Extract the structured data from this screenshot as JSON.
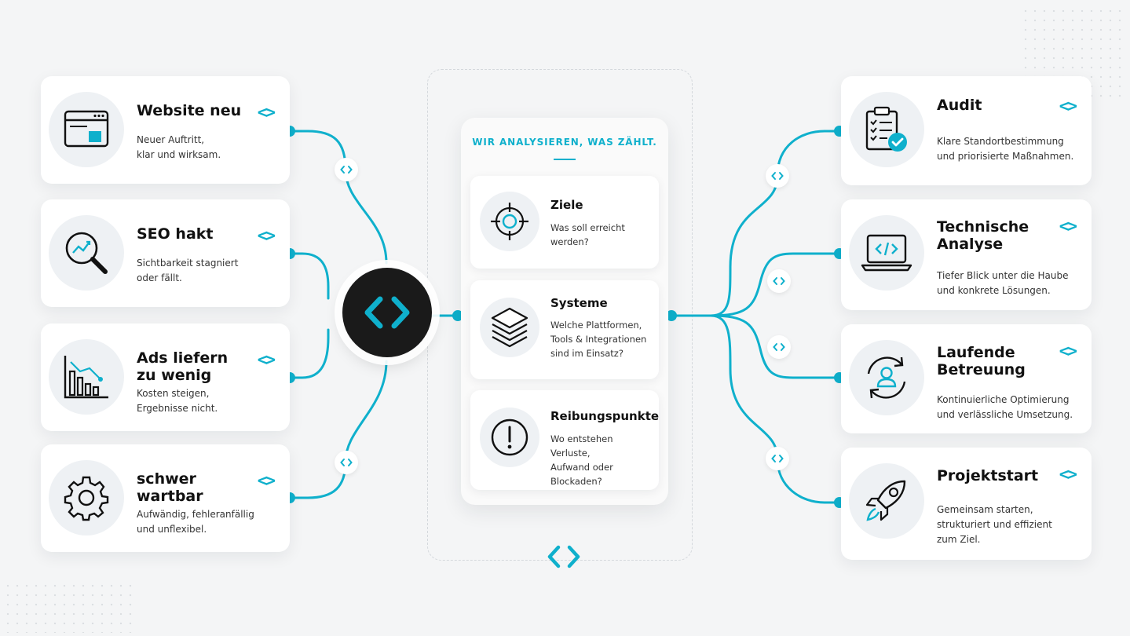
{
  "accent_color": "#0fb0cc",
  "left_cards": [
    {
      "title": "Website neu",
      "subtitle": "Neuer Auftritt,\nklar und wirksam.",
      "icon": "browser-window-icon",
      "code": "<>"
    },
    {
      "title": "SEO hakt",
      "subtitle": "Sichtbarkeit stagniert\noder fällt.",
      "icon": "magnifier-chart-icon",
      "code": "<>"
    },
    {
      "title": "Ads liefern\nzu wenig",
      "subtitle": "Kosten steigen,\nErgebnisse nicht.",
      "icon": "declining-bar-chart-icon",
      "code": "<>"
    },
    {
      "title": "schwer\nwartbar",
      "subtitle": "Aufwändig, fehleranfällig\nund unflexibel.",
      "icon": "gear-icon",
      "code": "<>"
    }
  ],
  "center_panel": {
    "title": "WIR ANALYSIEREN, WAS ZÄHLT.",
    "items": [
      {
        "title": "Ziele",
        "subtitle": "Was soll erreicht\nwerden?",
        "icon": "target-crosshair-icon"
      },
      {
        "title": "Systeme",
        "subtitle": "Welche Plattformen,\nTools & Integrationen\nsind im Einsatz?",
        "icon": "layers-stack-icon"
      },
      {
        "title": "Reibungspunkte",
        "subtitle": "Wo entstehen Verluste,\nAufwand oder\nBlockaden?",
        "icon": "exclamation-circle-icon"
      }
    ]
  },
  "right_cards": [
    {
      "title": "Audit",
      "subtitle": "Klare Standortbestimmung\nund priorisierte Maßnahmen.",
      "icon": "clipboard-check-icon",
      "code": "<>"
    },
    {
      "title": "Technische\nAnalyse",
      "subtitle": "Tiefer Blick unter die Haube\nund konkrete Lösungen.",
      "icon": "laptop-code-icon",
      "code": "<>"
    },
    {
      "title": "Laufende\nBetreuung",
      "subtitle": "Kontinuierliche Optimierung\nund verlässliche Umsetzung.",
      "icon": "user-refresh-icon",
      "code": "<>"
    },
    {
      "title": "Projektstart",
      "subtitle": "Gemeinsam starten,\nstrukturiert und effizient\nzum Ziel.",
      "icon": "rocket-icon",
      "code": "<>"
    }
  ],
  "hub_icon": "code-brackets-icon",
  "connector_badge_icon": "small-code-brackets-icon",
  "bottom_icon": "code-brackets-icon"
}
